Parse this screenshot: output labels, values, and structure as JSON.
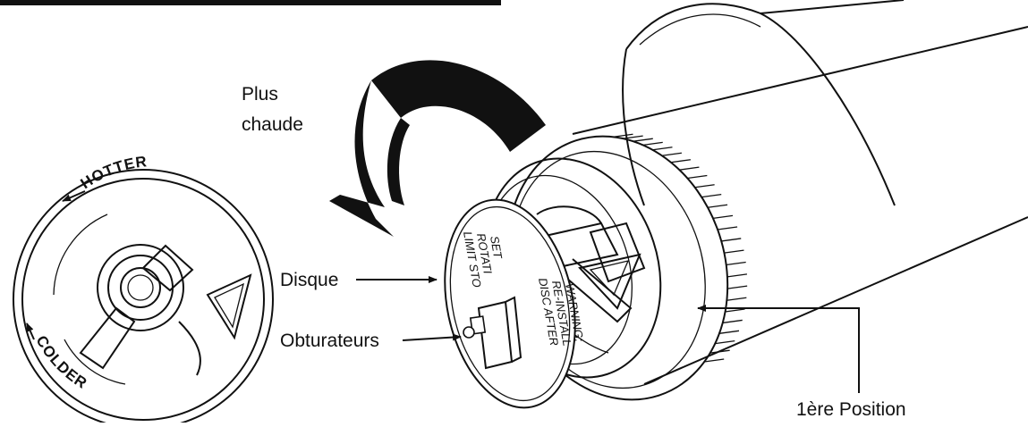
{
  "labels": {
    "hotter_line1": "Plus",
    "hotter_line2": "chaude",
    "disc": "Disque",
    "shutters": "Obturateurs",
    "first_position": "1ère Position"
  },
  "dial": {
    "top_text": "HOTTER",
    "bottom_text": "COLDER"
  },
  "disc_text": {
    "left_lines": [
      "SET",
      "ROTATI",
      "LIMIT STO"
    ],
    "right_lines": [
      "WARNING:",
      "RE-INSTALL",
      "DISC AFTER"
    ]
  },
  "colors": {
    "ink": "#111111",
    "background": "#ffffff"
  }
}
